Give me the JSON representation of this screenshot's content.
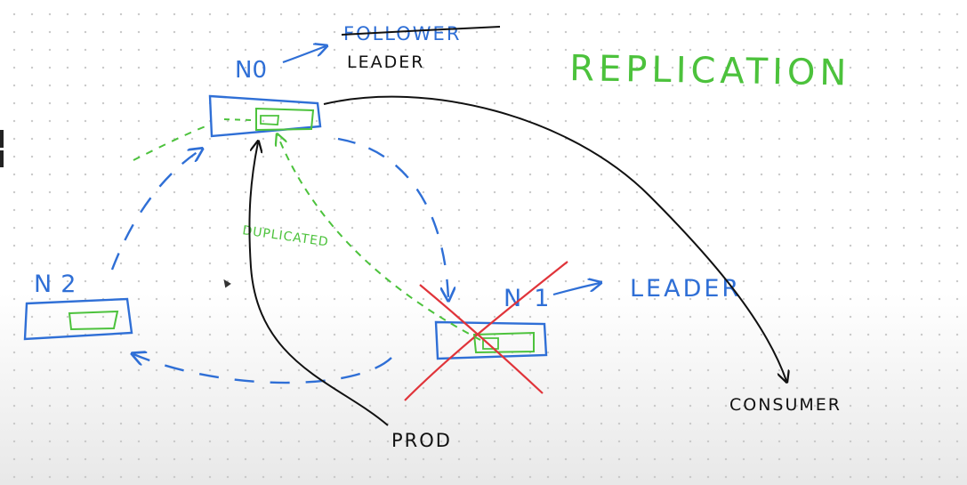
{
  "title": "REPLICATION",
  "nodes": {
    "n0": {
      "label": "N0",
      "role_old": "FOLLOWER",
      "role_new": "LEADER"
    },
    "n1": {
      "label": "N1",
      "role": "LEADER",
      "status": "failed"
    },
    "n2": {
      "label": "N2"
    }
  },
  "edge_labels": {
    "duplicated": "DUPLICATED"
  },
  "actors": {
    "producer": "PROD",
    "consumer": "CONSUMER"
  },
  "colors": {
    "blue": "#2f6fd6",
    "green": "#4cc23c",
    "black": "#111111",
    "red": "#e0343a",
    "dots": "#c9c9c9"
  }
}
